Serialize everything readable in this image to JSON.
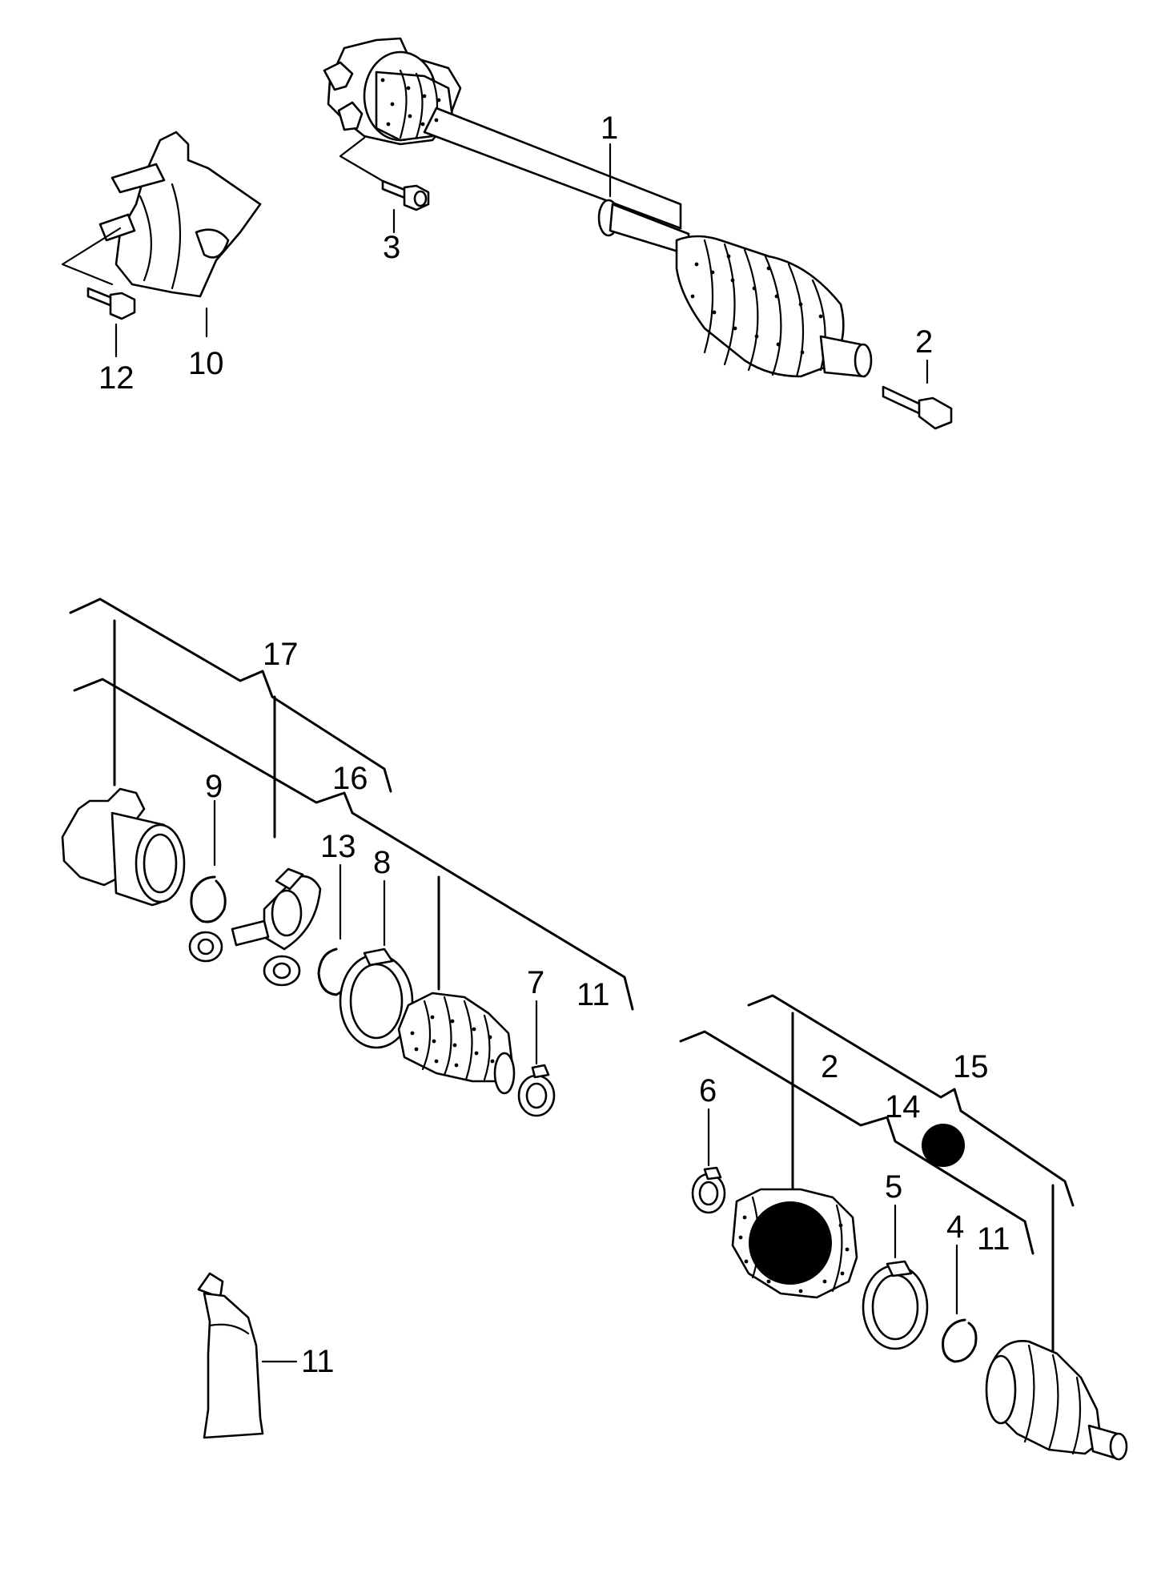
{
  "diagram": {
    "labels": {
      "shaft_top": "1",
      "bolt_top": "2",
      "bolt_flange": "3",
      "ring_right": "4",
      "clamp_large_right": "5",
      "clamp_small_right": "6",
      "clamp_small_left": "7",
      "clamp_large_left": "8",
      "circlip_left": "9",
      "heat_shield": "10",
      "grease_left": "11",
      "grease_right": "11",
      "grease_tube": "11",
      "shield_bolt": "12",
      "snap_ring": "13",
      "repair_kit_right_inner": "14",
      "repair_kit_right_outer": "15",
      "repair_kit_left_inner": "16",
      "repair_kit_left_outer": "17",
      "boot_right": "2"
    },
    "colors": {
      "ink": "#000000",
      "paper": "#ffffff"
    }
  }
}
